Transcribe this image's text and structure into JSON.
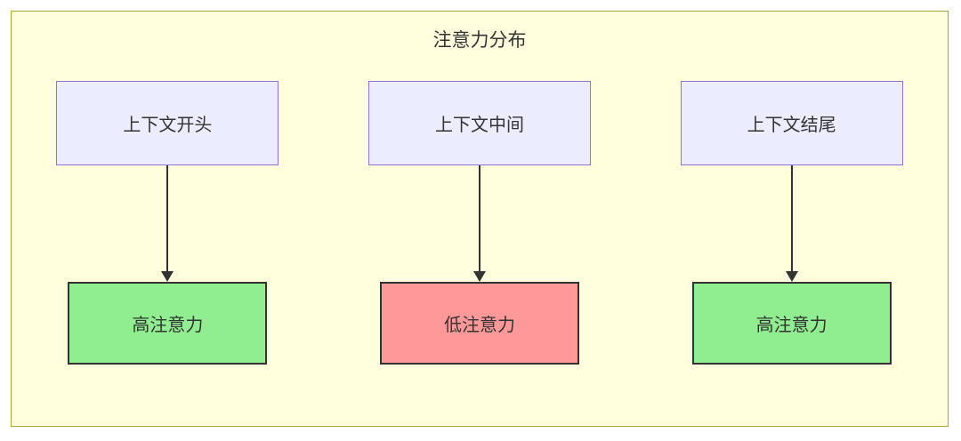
{
  "diagram": {
    "title": "注意力分布",
    "colors": {
      "container_bg": "#ffffde",
      "container_border": "#aaaa33",
      "source_bg": "#ECECFF",
      "source_border": "#9370DB",
      "high_attention_bg": "#90EE90",
      "low_attention_bg": "#ff9999",
      "target_border": "#333333",
      "arrow": "#333333",
      "text": "#333333"
    },
    "columns": [
      {
        "source": "上下文开头",
        "target": "高注意力",
        "level": "high",
        "source_style": "background:#ECECFF;border-color:#9370DB",
        "target_style": "background:#90EE90;border-color:#333333"
      },
      {
        "source": "上下文中间",
        "target": "低注意力",
        "level": "low",
        "source_style": "background:#ECECFF;border-color:#9370DB",
        "target_style": "background:#ff9999;border-color:#333333"
      },
      {
        "source": "上下文结尾",
        "target": "高注意力",
        "level": "high",
        "source_style": "background:#ECECFF;border-color:#9370DB",
        "target_style": "background:#90EE90;border-color:#333333"
      }
    ]
  }
}
